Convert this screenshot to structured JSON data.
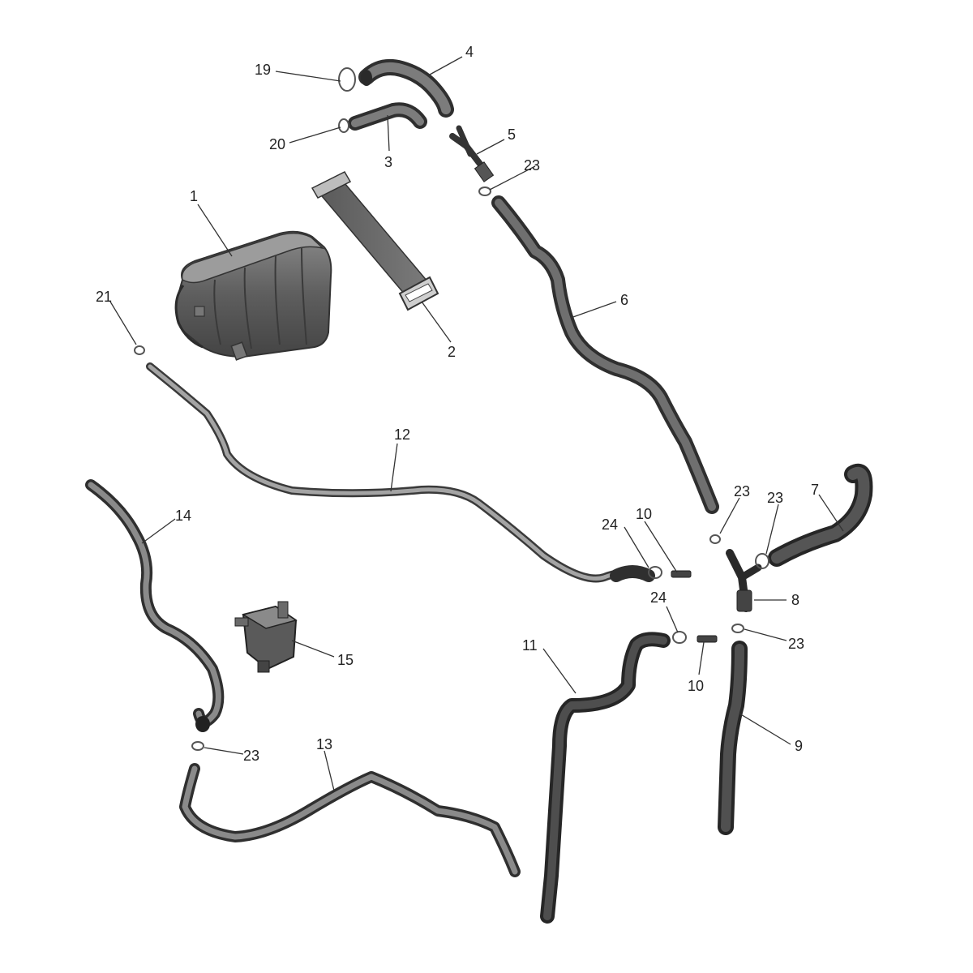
{
  "colors": {
    "background": "#ffffff",
    "part_dark": "#3b3b3b",
    "part_mid": "#6b6b6b",
    "part_light": "#9a9a9a",
    "leader": "#333333",
    "label": "#222222"
  },
  "callouts": {
    "c1": "1",
    "c2": "2",
    "c3": "3",
    "c4": "4",
    "c5": "5",
    "c6": "6",
    "c7": "7",
    "c8": "8",
    "c9": "9",
    "c10a": "10",
    "c10b": "10",
    "c11": "11",
    "c12": "12",
    "c13": "13",
    "c14": "14",
    "c15": "15",
    "c19": "19",
    "c20": "20",
    "c21": "21",
    "c23a": "23",
    "c23b": "23",
    "c23c": "23",
    "c23d": "23",
    "c23e": "23",
    "c24a": "24",
    "c24b": "24"
  }
}
